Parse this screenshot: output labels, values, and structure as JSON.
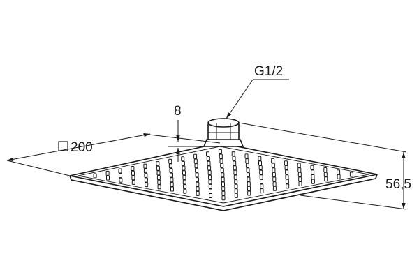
{
  "drawing": {
    "thread_label": "G1/2",
    "width_label": "200",
    "height_label": "56,5",
    "plate_thickness_label": "8",
    "width_symbol": "square"
  },
  "colors": {
    "line": "#1a1a1a",
    "background": "#ffffff"
  }
}
